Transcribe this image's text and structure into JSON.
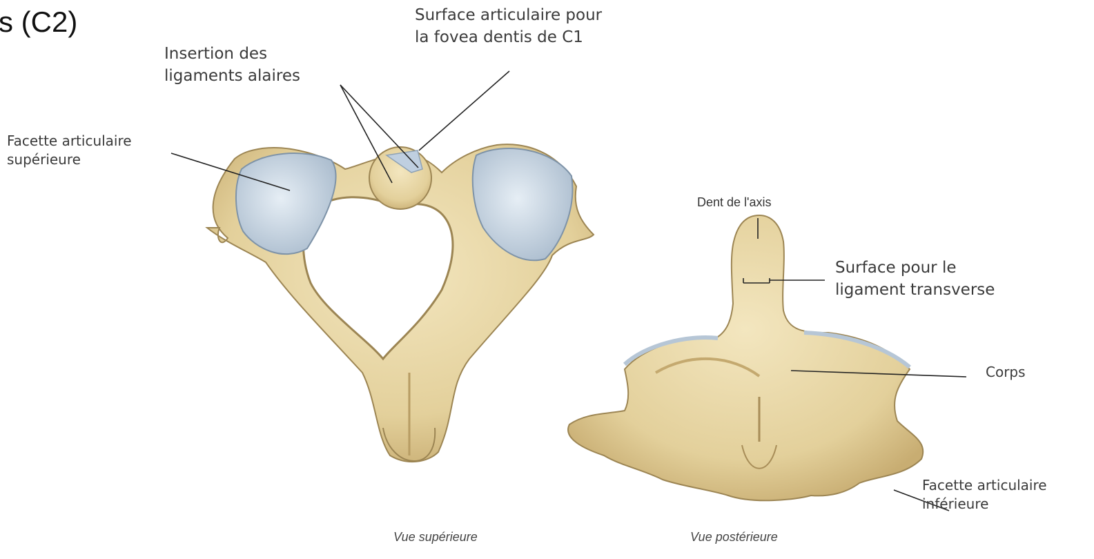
{
  "title": "s (C2)",
  "labels": {
    "fovea_line1": "Surface articulaire pour",
    "fovea_line2": "la fovea dentis de C1",
    "alaires_line1": "Insertion des",
    "alaires_line2": "ligaments alaires",
    "facette_sup_line1": "Facette articulaire",
    "facette_sup_line2": "supérieure",
    "dent": "Dent de l'axis",
    "transverse_line1": "Surface pour le",
    "transverse_line2": "ligament transverse",
    "corps": "Corps",
    "facette_inf_line1": "Facette articulaire",
    "facette_inf_line2": "inférieure"
  },
  "captions": {
    "superior": "Vue supérieure",
    "posterior": "Vue postérieure"
  },
  "colors": {
    "bone": "#e8d7a6",
    "bone_shadow": "#c9b27a",
    "cartilage": "#c9d6e2",
    "leader": "#222222"
  }
}
